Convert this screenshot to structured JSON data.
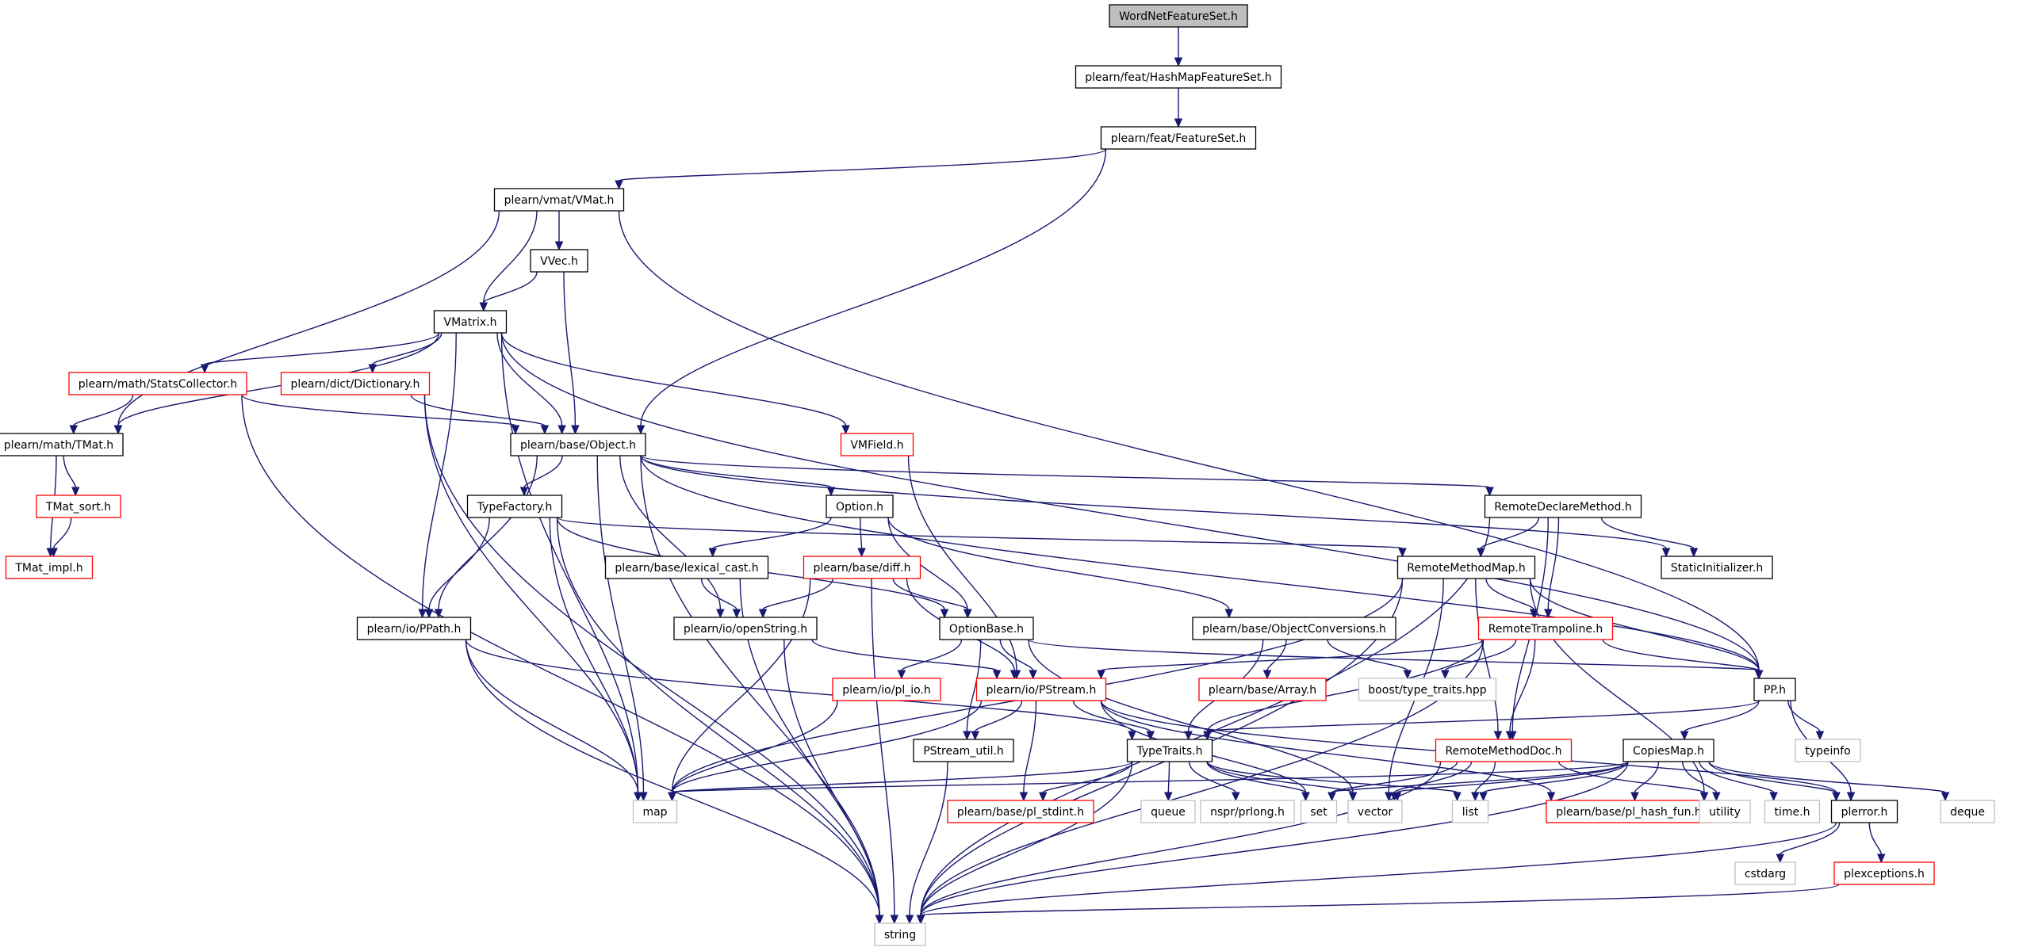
{
  "colors": {
    "edge": "#191970",
    "border_black": "#000000",
    "border_red": "#ff0000",
    "border_gray": "#bfbfbf",
    "root_fill": "#bfbfbf",
    "text": "#000000"
  },
  "nodes": [
    {
      "id": "n0",
      "label": "WordNetFeatureSet.h",
      "style": "root"
    },
    {
      "id": "n1",
      "label": "plearn/feat/HashMapFeatureSet.h",
      "style": "black"
    },
    {
      "id": "n2",
      "label": "plearn/feat/FeatureSet.h",
      "style": "black"
    },
    {
      "id": "n3",
      "label": "plearn/vmat/VMat.h",
      "style": "black"
    },
    {
      "id": "n4",
      "label": "VVec.h",
      "style": "black"
    },
    {
      "id": "n5",
      "label": "VMatrix.h",
      "style": "black"
    },
    {
      "id": "n6",
      "label": "plearn/math/StatsCollector.h",
      "style": "red"
    },
    {
      "id": "n7",
      "label": "plearn/dict/Dictionary.h",
      "style": "red"
    },
    {
      "id": "n8",
      "label": "plearn/math/TMat.h",
      "style": "black"
    },
    {
      "id": "n9",
      "label": "plearn/base/Object.h",
      "style": "black"
    },
    {
      "id": "n10",
      "label": "VMField.h",
      "style": "red"
    },
    {
      "id": "n11",
      "label": "TMat_sort.h",
      "style": "red"
    },
    {
      "id": "n12",
      "label": "TMat_impl.h",
      "style": "red"
    },
    {
      "id": "n13",
      "label": "TypeFactory.h",
      "style": "black"
    },
    {
      "id": "n14",
      "label": "Option.h",
      "style": "black"
    },
    {
      "id": "n15",
      "label": "RemoteDeclareMethod.h",
      "style": "black"
    },
    {
      "id": "n16",
      "label": "plearn/base/lexical_cast.h",
      "style": "black"
    },
    {
      "id": "n17",
      "label": "plearn/base/diff.h",
      "style": "red"
    },
    {
      "id": "n18",
      "label": "RemoteMethodMap.h",
      "style": "black"
    },
    {
      "id": "n19",
      "label": "StaticInitializer.h",
      "style": "black"
    },
    {
      "id": "n20",
      "label": "plearn/io/PPath.h",
      "style": "black"
    },
    {
      "id": "n21",
      "label": "plearn/io/openString.h",
      "style": "black"
    },
    {
      "id": "n22",
      "label": "OptionBase.h",
      "style": "black"
    },
    {
      "id": "n23",
      "label": "plearn/base/ObjectConversions.h",
      "style": "black"
    },
    {
      "id": "n24",
      "label": "RemoteTrampoline.h",
      "style": "red"
    },
    {
      "id": "n25",
      "label": "plearn/io/pl_io.h",
      "style": "red"
    },
    {
      "id": "n26",
      "label": "plearn/io/PStream.h",
      "style": "red"
    },
    {
      "id": "n27",
      "label": "plearn/base/Array.h",
      "style": "red"
    },
    {
      "id": "n28",
      "label": "boost/type_traits.hpp",
      "style": "gray"
    },
    {
      "id": "n29",
      "label": "PP.h",
      "style": "black"
    },
    {
      "id": "n30",
      "label": "typeinfo",
      "style": "gray"
    },
    {
      "id": "n31",
      "label": "PStream_util.h",
      "style": "black"
    },
    {
      "id": "n32",
      "label": "TypeTraits.h",
      "style": "black"
    },
    {
      "id": "n33",
      "label": "RemoteMethodDoc.h",
      "style": "red"
    },
    {
      "id": "n34",
      "label": "CopiesMap.h",
      "style": "black"
    },
    {
      "id": "n35",
      "label": "map",
      "style": "gray"
    },
    {
      "id": "n36",
      "label": "plearn/base/pl_stdint.h",
      "style": "red"
    },
    {
      "id": "n37",
      "label": "queue",
      "style": "gray"
    },
    {
      "id": "n38",
      "label": "nspr/prlong.h",
      "style": "gray"
    },
    {
      "id": "n39",
      "label": "set",
      "style": "gray"
    },
    {
      "id": "n40",
      "label": "vector",
      "style": "gray"
    },
    {
      "id": "n41",
      "label": "list",
      "style": "gray"
    },
    {
      "id": "n42",
      "label": "plearn/base/pl_hash_fun.h",
      "style": "red"
    },
    {
      "id": "n43",
      "label": "utility",
      "style": "gray"
    },
    {
      "id": "n44",
      "label": "time.h",
      "style": "gray"
    },
    {
      "id": "n45",
      "label": "plerror.h",
      "style": "black"
    },
    {
      "id": "n46",
      "label": "deque",
      "style": "gray"
    },
    {
      "id": "n47",
      "label": "cstdarg",
      "style": "gray"
    },
    {
      "id": "n48",
      "label": "plexceptions.h",
      "style": "red"
    },
    {
      "id": "n49",
      "label": "string",
      "style": "gray"
    }
  ],
  "edges": [
    [
      "n0",
      "n1"
    ],
    [
      "n1",
      "n2"
    ],
    [
      "n2",
      "n3"
    ],
    [
      "n2",
      "n9"
    ],
    [
      "n3",
      "n4"
    ],
    [
      "n3",
      "n5"
    ],
    [
      "n3",
      "n8"
    ],
    [
      "n3",
      "n29"
    ],
    [
      "n4",
      "n5"
    ],
    [
      "n4",
      "n9"
    ],
    [
      "n5",
      "n6"
    ],
    [
      "n5",
      "n7"
    ],
    [
      "n5",
      "n8"
    ],
    [
      "n5",
      "n9"
    ],
    [
      "n5",
      "n10"
    ],
    [
      "n5",
      "n20"
    ],
    [
      "n5",
      "n35"
    ],
    [
      "n5",
      "n29"
    ],
    [
      "n6",
      "n8"
    ],
    [
      "n6",
      "n9"
    ],
    [
      "n6",
      "n49"
    ],
    [
      "n7",
      "n9"
    ],
    [
      "n7",
      "n35"
    ],
    [
      "n7",
      "n49"
    ],
    [
      "n8",
      "n11"
    ],
    [
      "n8",
      "n12"
    ],
    [
      "n11",
      "n12"
    ],
    [
      "n9",
      "n13"
    ],
    [
      "n9",
      "n14"
    ],
    [
      "n9",
      "n15"
    ],
    [
      "n9",
      "n19"
    ],
    [
      "n9",
      "n20"
    ],
    [
      "n9",
      "n21"
    ],
    [
      "n9",
      "n35"
    ],
    [
      "n9",
      "n49"
    ],
    [
      "n9",
      "n29"
    ],
    [
      "n10",
      "n26"
    ],
    [
      "n13",
      "n20"
    ],
    [
      "n13",
      "n18"
    ],
    [
      "n13",
      "n22"
    ],
    [
      "n13",
      "n35"
    ],
    [
      "n13",
      "n49"
    ],
    [
      "n14",
      "n16"
    ],
    [
      "n14",
      "n17"
    ],
    [
      "n14",
      "n22"
    ],
    [
      "n14",
      "n23"
    ],
    [
      "n15",
      "n18"
    ],
    [
      "n15",
      "n19"
    ],
    [
      "n15",
      "n24"
    ],
    [
      "n15",
      "n33"
    ],
    [
      "n15",
      "n49"
    ],
    [
      "n16",
      "n21"
    ],
    [
      "n16",
      "n49"
    ],
    [
      "n17",
      "n21"
    ],
    [
      "n17",
      "n22"
    ],
    [
      "n17",
      "n26"
    ],
    [
      "n17",
      "n35"
    ],
    [
      "n17",
      "n49"
    ],
    [
      "n18",
      "n24"
    ],
    [
      "n18",
      "n33"
    ],
    [
      "n18",
      "n29"
    ],
    [
      "n18",
      "n35"
    ],
    [
      "n18",
      "n40"
    ],
    [
      "n18",
      "n43"
    ],
    [
      "n18",
      "n49"
    ],
    [
      "n20",
      "n32"
    ],
    [
      "n20",
      "n35"
    ],
    [
      "n20",
      "n49"
    ],
    [
      "n21",
      "n26"
    ],
    [
      "n21",
      "n49"
    ],
    [
      "n22",
      "n25"
    ],
    [
      "n22",
      "n26"
    ],
    [
      "n22",
      "n31"
    ],
    [
      "n22",
      "n29"
    ],
    [
      "n22",
      "n40"
    ],
    [
      "n23",
      "n27"
    ],
    [
      "n23",
      "n28"
    ],
    [
      "n23",
      "n32"
    ],
    [
      "n24",
      "n26"
    ],
    [
      "n24",
      "n28"
    ],
    [
      "n24",
      "n29"
    ],
    [
      "n24",
      "n32"
    ],
    [
      "n24",
      "n33"
    ],
    [
      "n24",
      "n49"
    ],
    [
      "n25",
      "n35"
    ],
    [
      "n26",
      "n31"
    ],
    [
      "n26",
      "n32"
    ],
    [
      "n26",
      "n35"
    ],
    [
      "n26",
      "n36"
    ],
    [
      "n26",
      "n39"
    ],
    [
      "n26",
      "n42"
    ],
    [
      "n26",
      "n45"
    ],
    [
      "n29",
      "n30"
    ],
    [
      "n29",
      "n32"
    ],
    [
      "n29",
      "n34"
    ],
    [
      "n29",
      "n45"
    ],
    [
      "n31",
      "n49"
    ],
    [
      "n32",
      "n35"
    ],
    [
      "n32",
      "n36"
    ],
    [
      "n32",
      "n37"
    ],
    [
      "n32",
      "n38"
    ],
    [
      "n32",
      "n39"
    ],
    [
      "n32",
      "n40"
    ],
    [
      "n32",
      "n41"
    ],
    [
      "n32",
      "n49"
    ],
    [
      "n33",
      "n39"
    ],
    [
      "n33",
      "n40"
    ],
    [
      "n33",
      "n41"
    ],
    [
      "n33",
      "n43"
    ],
    [
      "n33",
      "n49"
    ],
    [
      "n34",
      "n35"
    ],
    [
      "n34",
      "n39"
    ],
    [
      "n34",
      "n40"
    ],
    [
      "n34",
      "n41"
    ],
    [
      "n34",
      "n42"
    ],
    [
      "n34",
      "n43"
    ],
    [
      "n34",
      "n44"
    ],
    [
      "n34",
      "n45"
    ],
    [
      "n34",
      "n46"
    ],
    [
      "n34",
      "n49"
    ],
    [
      "n45",
      "n47"
    ],
    [
      "n45",
      "n48"
    ],
    [
      "n45",
      "n49"
    ],
    [
      "n48",
      "n49"
    ]
  ]
}
